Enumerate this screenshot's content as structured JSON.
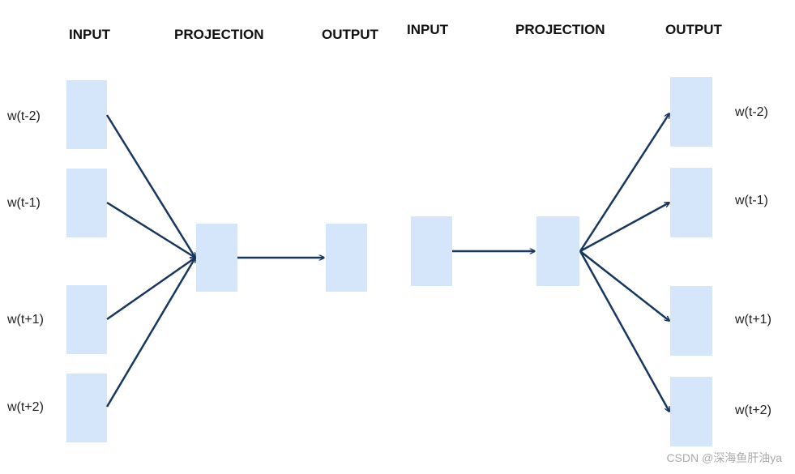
{
  "cbow": {
    "input_header": "INPUT",
    "projection_header": "PROJECTION",
    "output_header": "OUTPUT",
    "context_words": [
      "w(t-2)",
      "w(t-1)",
      "w(t+1)",
      "w(t+2)"
    ]
  },
  "skipgram": {
    "input_header": "INPUT",
    "projection_header": "PROJECTION",
    "output_header": "OUTPUT",
    "context_words": [
      "w(t-2)",
      "w(t-1)",
      "w(t+1)",
      "w(t+2)"
    ]
  },
  "colors": {
    "box": "#d6e6fa",
    "arrow": "#17375e"
  },
  "watermark": "CSDN @深海鱼肝油ya"
}
